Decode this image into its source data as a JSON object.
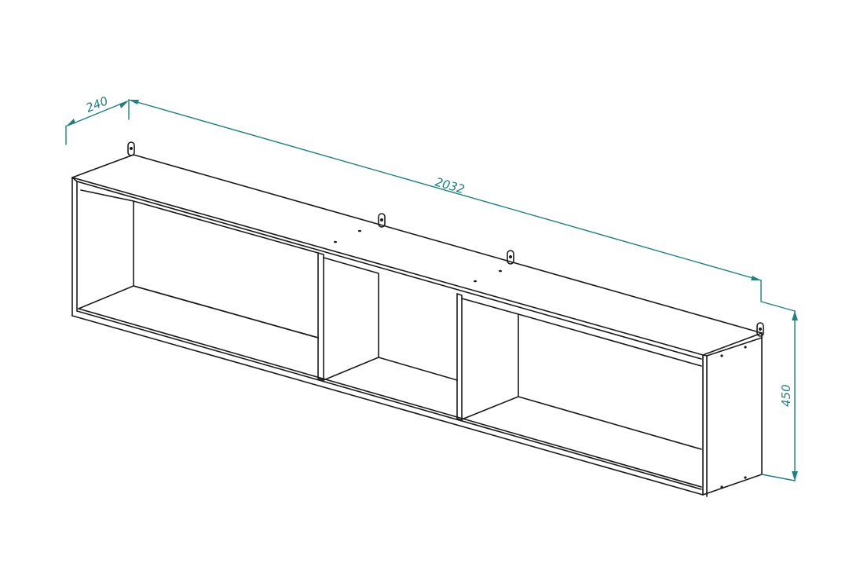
{
  "colors": {
    "dimension": "#1f7f82",
    "outline": "#1a1a1a",
    "background": "#ffffff"
  },
  "dimensions": {
    "depth_label": "240",
    "length_label": "2032",
    "height_label": "450"
  }
}
